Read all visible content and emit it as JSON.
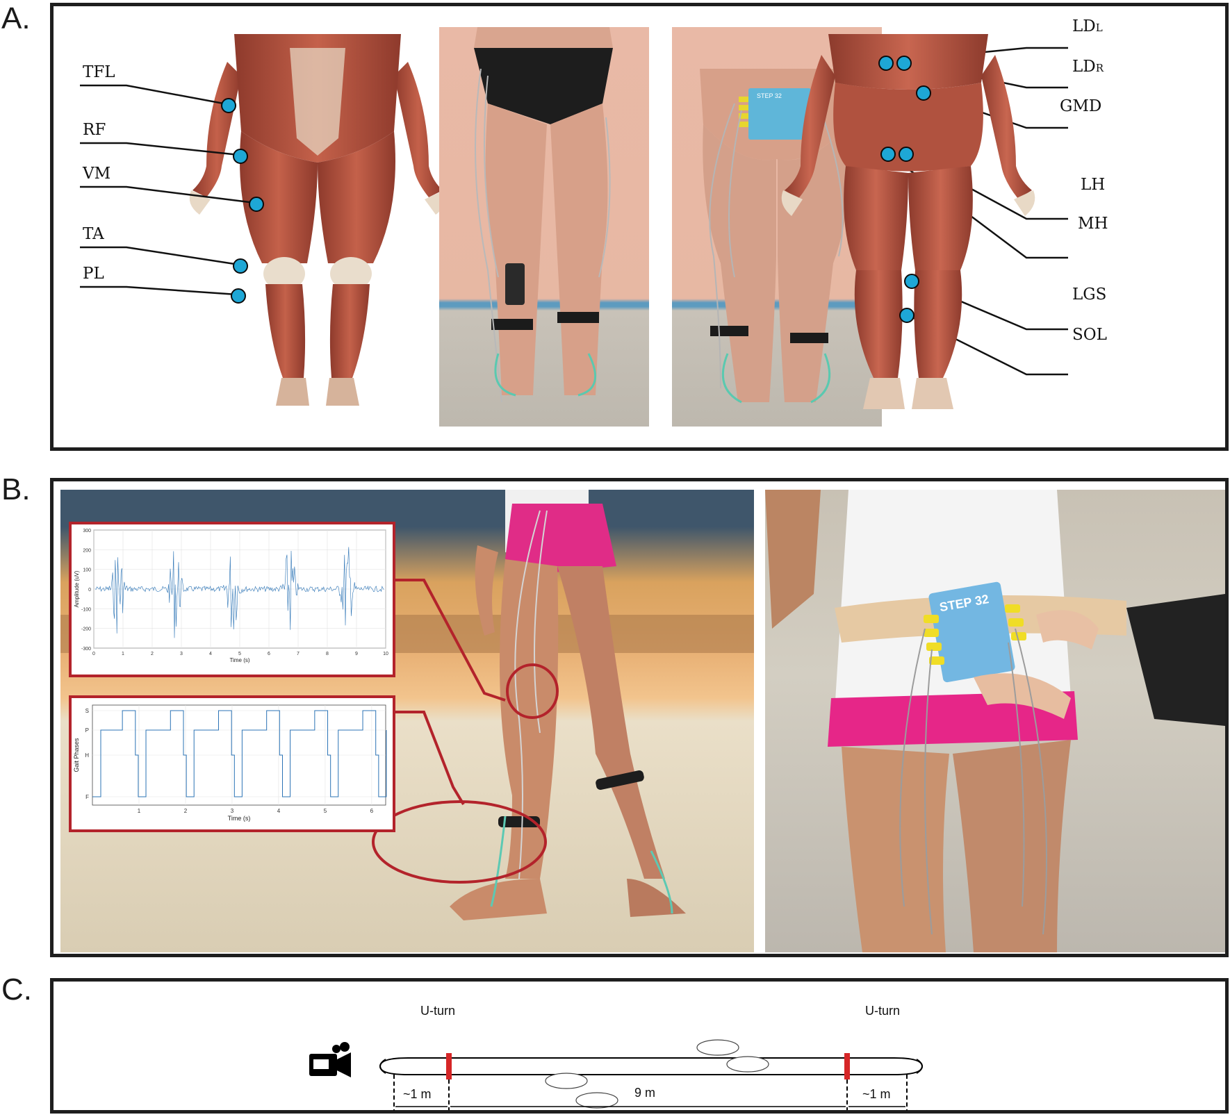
{
  "panels": {
    "a": "A.",
    "b": "B.",
    "c": "C."
  },
  "panel_a": {
    "left_labels": [
      "TFL",
      "RF",
      "VM",
      "TA",
      "PL"
    ],
    "right_labels": {
      "ld_l_main": "LD",
      "ld_l_sub": "L",
      "ld_r_main": "LD",
      "ld_r_sub": "R",
      "gmd": "GMD",
      "lh": "LH",
      "mh": "MH",
      "lgs": "LGS",
      "sol": "SOL"
    },
    "device_label": "STEP 32",
    "marker_color": "#1ea7d6"
  },
  "panel_b": {
    "device_label": "STEP 32",
    "highlight_color": "#b3232b",
    "emg_plot": {
      "ylabel": "Amplitude (uV)",
      "xlabel": "Time (s)",
      "yticks": [
        "300",
        "200",
        "100",
        "0",
        "-100",
        "-200",
        "-300"
      ],
      "xticks": [
        "0",
        "1",
        "2",
        "3",
        "4",
        "5",
        "6",
        "7",
        "8",
        "9",
        "10"
      ]
    },
    "gait_plot": {
      "ylabel": "Gait Phases",
      "xlabel": "Time (s)",
      "yticks": [
        "S",
        "P",
        "H",
        "F"
      ],
      "xticks": [
        "1",
        "2",
        "3",
        "4",
        "5",
        "6"
      ]
    }
  },
  "panel_c": {
    "uturn_left": "U-turn",
    "uturn_right": "U-turn",
    "dist_left": "~1 m",
    "dist_center": "9 m",
    "dist_right": "~1 m",
    "icon": "video-camera-icon"
  }
}
